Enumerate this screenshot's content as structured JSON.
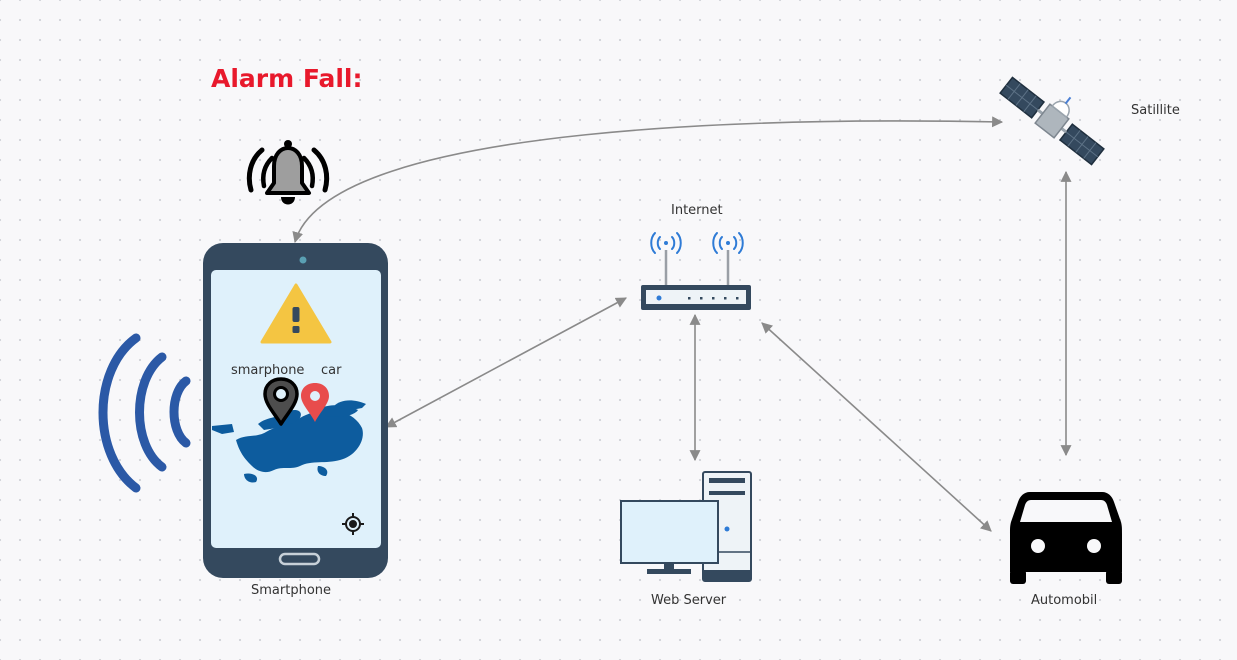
{
  "title": "Alarm Fall:",
  "nodes": {
    "satellite": "Satillite",
    "internet": "Internet",
    "smartphone": "Smartphone",
    "web_server": "Web Server",
    "automobile": "Automobil"
  },
  "phone_screen": {
    "label_smartphone": "smarphone",
    "label_car": "car"
  },
  "colors": {
    "title": "#e8192c",
    "connector": "#8a8a8a",
    "phone_body": "#34495e",
    "phone_screen": "#dff1fb",
    "signal": "#2b59a6",
    "warning": "#f4c542",
    "map": "#0d5c9e",
    "car_pin": "#e84c4c",
    "router_antenna": "#2e7bd6"
  }
}
